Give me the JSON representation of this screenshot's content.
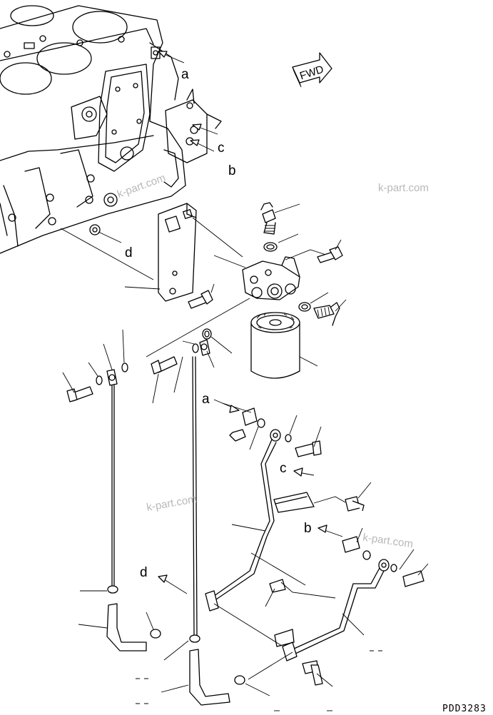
{
  "callouts": {
    "a_top": "a",
    "c_top": "c",
    "b_top": "b",
    "d_top": "d",
    "a_low": "a",
    "c_low": "c",
    "b_low": "b",
    "d_low": "d"
  },
  "direction_marker": "FWD",
  "watermark": "k-part.com",
  "drawing_code": "PDD3283"
}
